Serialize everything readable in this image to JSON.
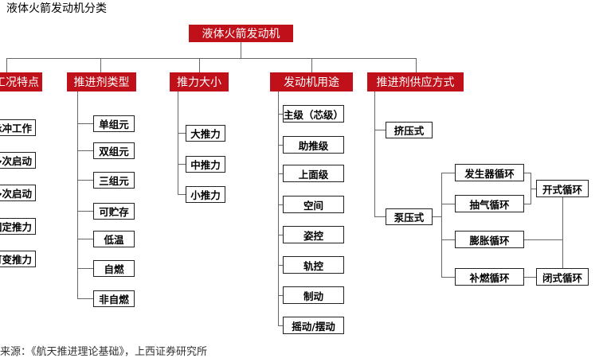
{
  "title": "液体火箭发动机分类",
  "source": "来源：《航天推进理论基础》，上西证券研究所",
  "root": "液体火箭发动机",
  "categories": {
    "c0": "工况特点",
    "c1": "推进剂类型",
    "c2": "推力大小",
    "c3": "发动机用途",
    "c4": "推进剂供应方式"
  },
  "c0_items": [
    "脉冲工作",
    "多次启动",
    "多次启动",
    "固定推力",
    "可变推力"
  ],
  "c1_items": [
    "单组元",
    "双组元",
    "三组元",
    "可贮存",
    "低温",
    "自燃",
    "非自燃"
  ],
  "c2_items": [
    "大推力",
    "中推力",
    "小推力"
  ],
  "c3_items": [
    "主级（芯级）",
    "助推级",
    "上面级",
    "空间",
    "姿控",
    "轨控",
    "制动",
    "摇动/摆动"
  ],
  "c4": {
    "squeeze": "挤压式",
    "pump": "泵压式",
    "cycles": [
      "发生器循环",
      "抽气循环",
      "膨胀循环",
      "补燃循环"
    ],
    "open": "开式循环",
    "closed": "闭式循环"
  },
  "colors": {
    "category_fill": "#c0111a",
    "line": "#666666"
  }
}
